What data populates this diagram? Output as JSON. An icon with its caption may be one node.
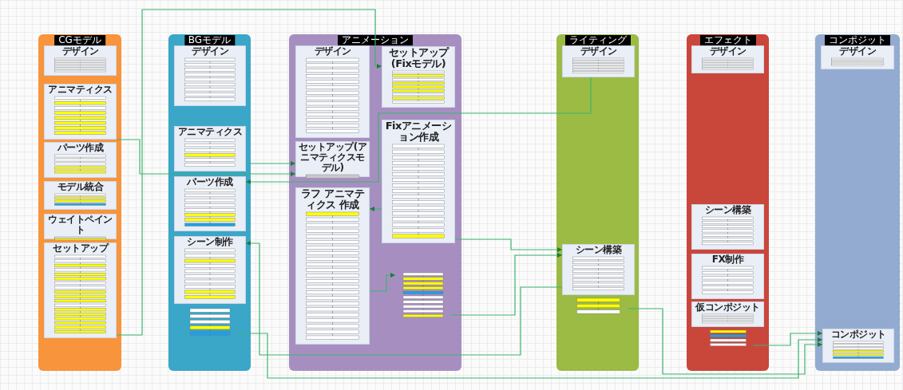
{
  "diagram": {
    "nodes": [
      {
        "text": [
          "CGモデル"
        ]
      },
      {
        "text": [
          "デザイン"
        ],
        "in": 0
      },
      {
        "text": [
          "アニマティクス"
        ],
        "in": 0
      },
      {
        "text": [
          "パーツ作成"
        ],
        "in": 0
      },
      {
        "text": [
          "モデル統合"
        ],
        "in": 0
      },
      {
        "text": [
          "ウェイトペイント"
        ],
        "in": 0
      },
      {
        "text": [
          "セットアップ"
        ],
        "in": 0
      },
      {
        "text": [
          "BGモデル"
        ]
      },
      {
        "text": [
          "デザイン"
        ],
        "in": 7
      },
      {
        "text": [
          "アニマティクス"
        ],
        "in": 7
      },
      {
        "text": [
          "パーツ作成"
        ],
        "in": 7
      },
      {
        "text": [
          "シーン制作"
        ],
        "in": 7
      },
      {
        "text": [],
        "shape": "box",
        "in": 7
      },
      {
        "text": [
          "アニメーション"
        ]
      },
      {
        "text": [
          "デザイン"
        ],
        "in": 13
      },
      {
        "text": [
          "セットアップ(アニマティクスモデル)"
        ],
        "in": 13
      },
      {
        "text": [
          "ラフ アニマティクス 作成"
        ],
        "in": 13
      },
      {
        "text": [
          "セットアップ(Fixモデル)"
        ],
        "in": 13
      },
      {
        "text": [
          "Fixアニメーション作成"
        ],
        "in": 13
      },
      {
        "text": [],
        "shape": "box",
        "in": 13
      },
      {
        "text": [
          "ライティング"
        ]
      },
      {
        "text": [
          "デザイン"
        ],
        "in": 20
      },
      {
        "text": [
          "シーン構築"
        ],
        "in": 20
      },
      {
        "text": [],
        "shape": "box",
        "in": 20
      },
      {
        "text": [
          "エフェクト"
        ]
      },
      {
        "text": [
          "デザイン"
        ],
        "in": 24
      },
      {
        "text": [
          "シーン構築"
        ],
        "in": 24
      },
      {
        "text": [
          "FX制作"
        ],
        "in": 24
      },
      {
        "text": [
          "仮コンポジット"
        ],
        "in": 24
      },
      {
        "text": [],
        "shape": "box",
        "in": 24
      },
      {
        "text": [
          "コンポジット"
        ]
      },
      {
        "text": [
          "デザイン"
        ],
        "in": 30
      },
      {
        "text": [
          "コンポジット"
        ],
        "in": 30
      }
    ],
    "edges": [
      {
        "from": 2,
        "to": 15,
        "arrow": "to"
      },
      {
        "from": 9,
        "to": 15,
        "arrow": "to"
      },
      {
        "from": 6,
        "to": 17,
        "arrow": "to"
      },
      {
        "from": 21,
        "to": 10,
        "arrow": "to"
      },
      {
        "from": 18,
        "to": 16,
        "arrow": "to"
      },
      {
        "from": 16,
        "to": 19,
        "arrow": "to"
      },
      {
        "from": 18,
        "to": 22,
        "arrow": "to"
      },
      {
        "from": 19,
        "to": 22,
        "arrow": "to"
      },
      {
        "from": 12,
        "to": 32,
        "arrow": "to"
      },
      {
        "from": 23,
        "to": 32,
        "arrow": "to"
      },
      {
        "from": 29,
        "to": 32,
        "arrow": "to"
      },
      {
        "from": 22,
        "to": 11,
        "arrow": "to"
      }
    ]
  }
}
